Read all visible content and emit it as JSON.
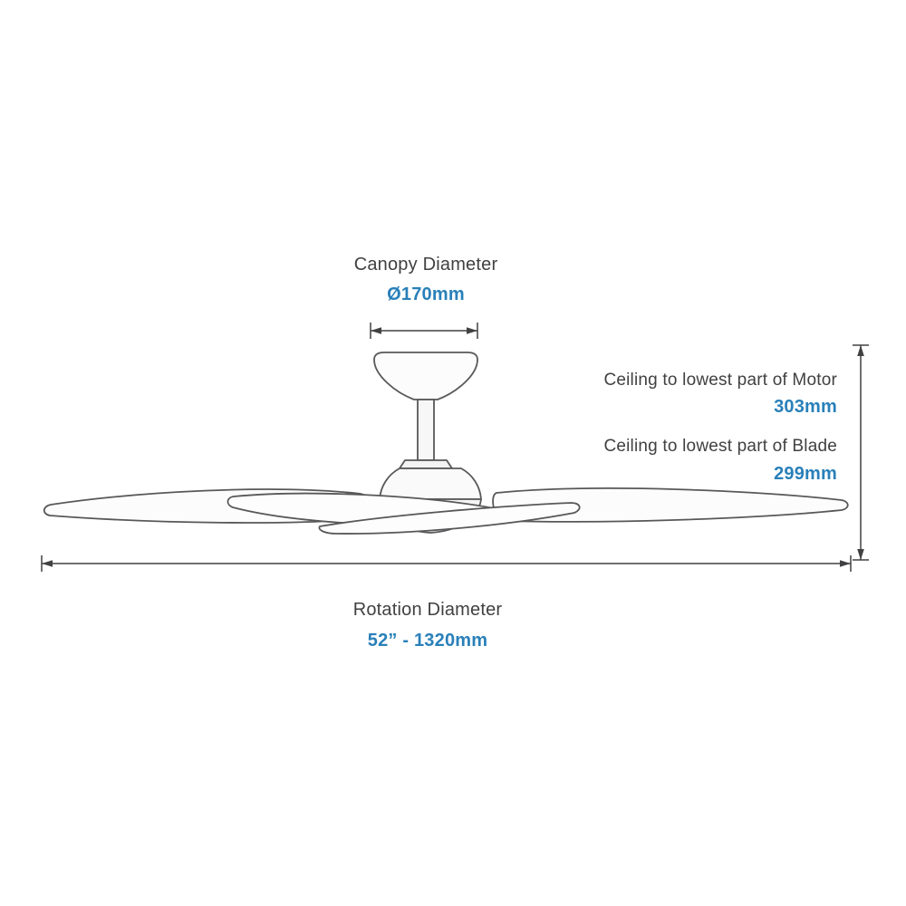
{
  "page": {
    "title": "Ceiling Fan Dimension Diagram",
    "background": "#ffffff"
  },
  "colors": {
    "accent_blue": "#2980b9",
    "text_dark": "#414042",
    "dimension_line": "#414042",
    "drawing_stroke": "#58585a"
  },
  "annotations": {
    "canopy": {
      "label": "Canopy Diameter",
      "value": "Ø170mm"
    },
    "motor_drop": {
      "label": "Ceiling to lowest part of Motor",
      "value": "303mm"
    },
    "blade_drop": {
      "label": "Ceiling to lowest part of Blade",
      "value": "299mm"
    },
    "rotation": {
      "label": "Rotation Diameter",
      "value": "52” - 1320mm"
    }
  }
}
